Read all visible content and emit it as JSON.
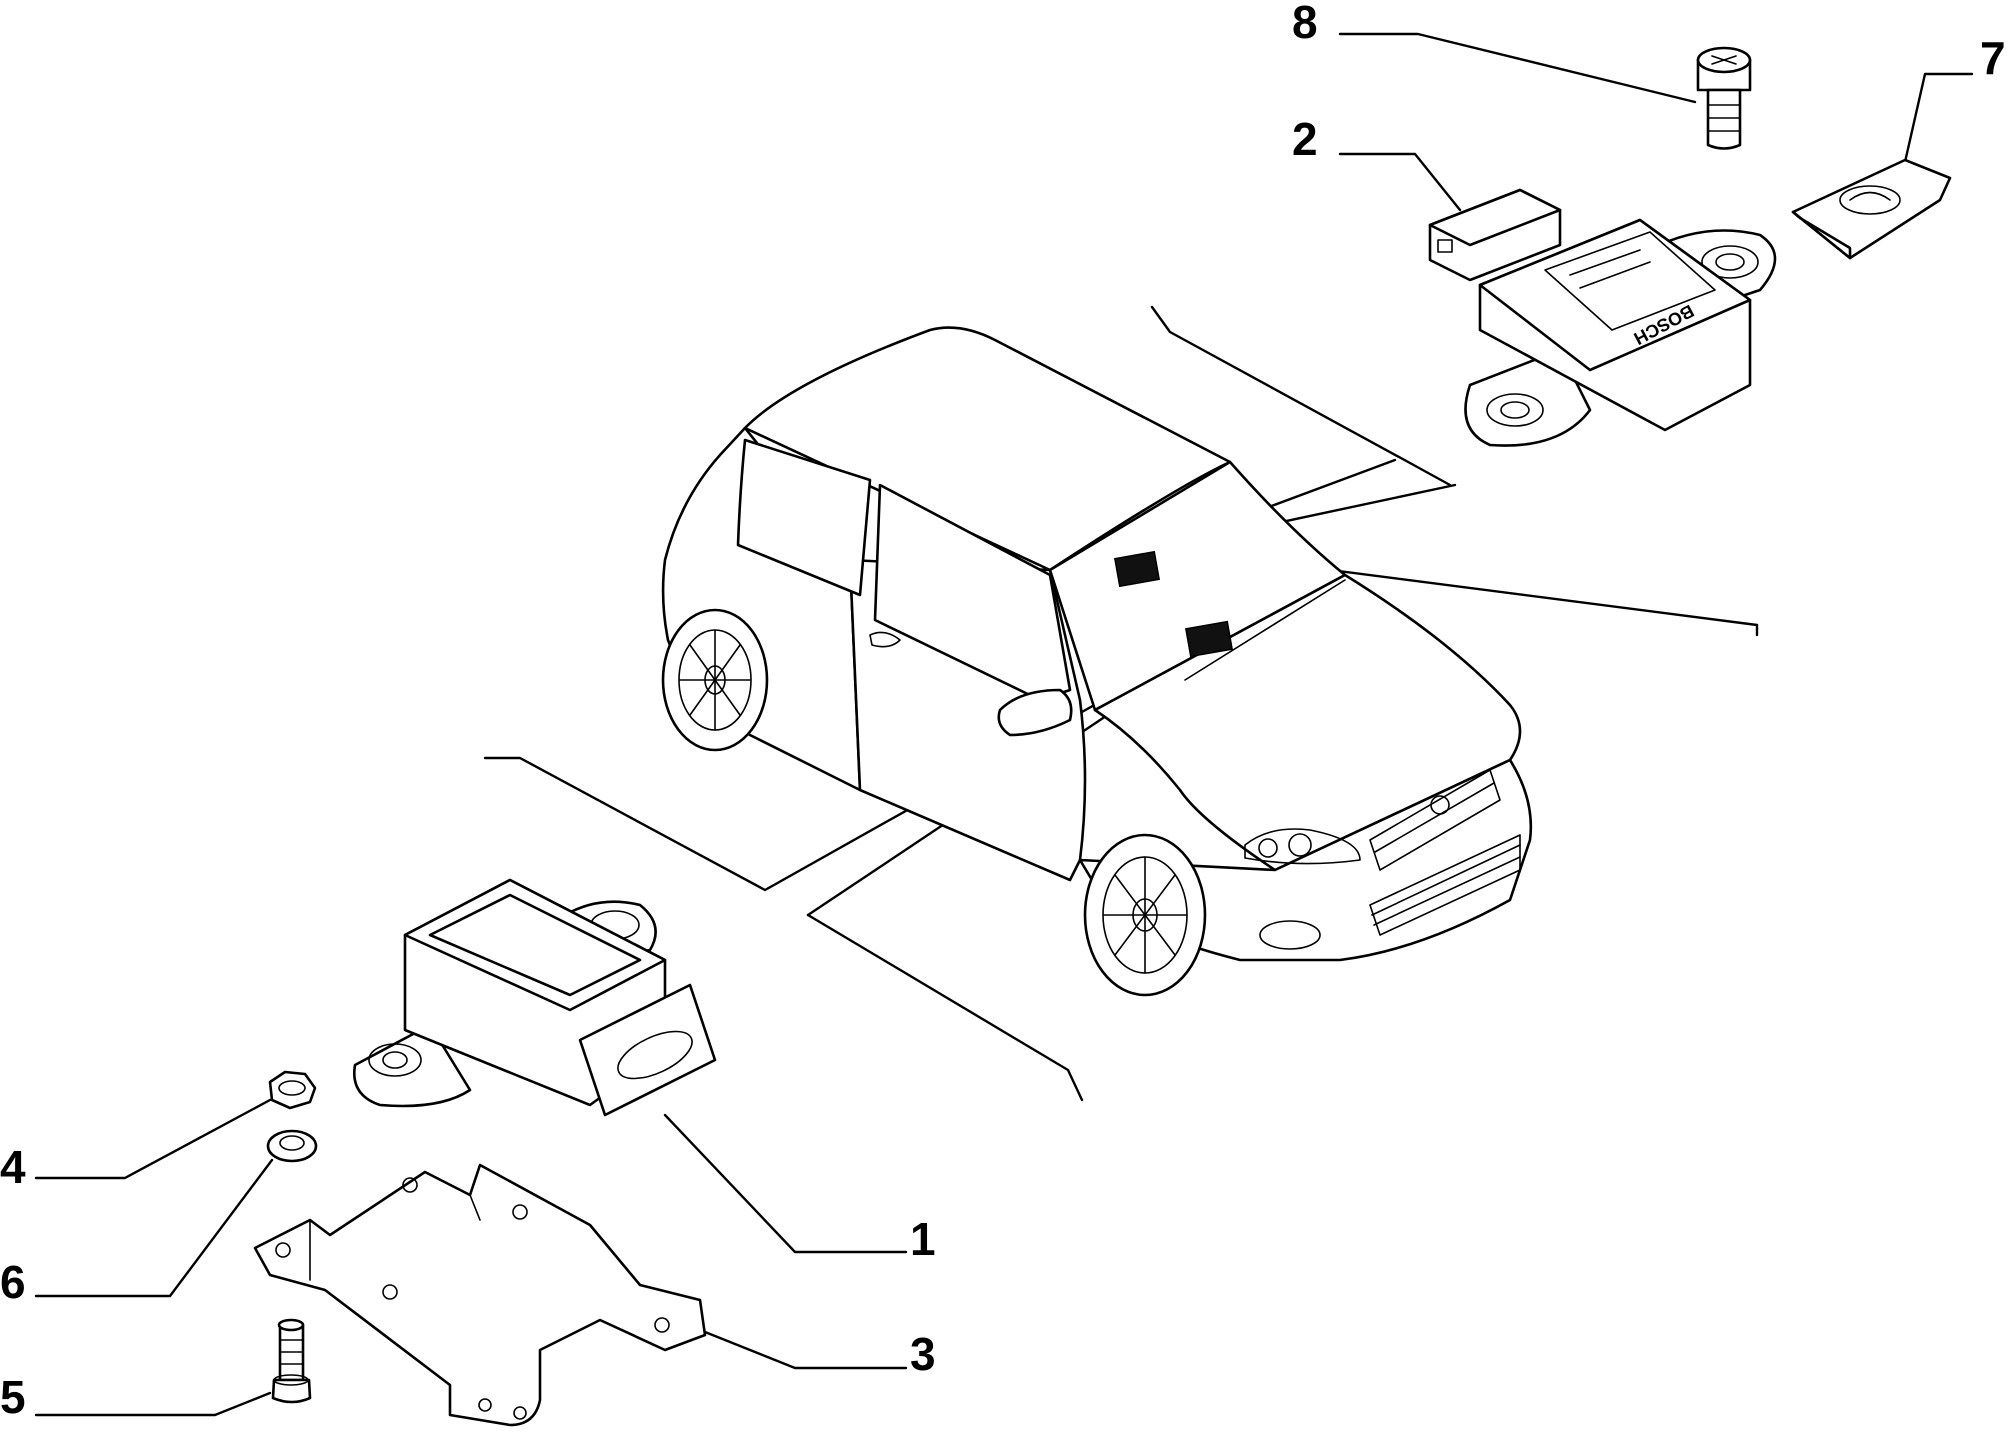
{
  "diagram": {
    "callouts": [
      {
        "id": "1",
        "label": "1"
      },
      {
        "id": "2",
        "label": "2"
      },
      {
        "id": "3",
        "label": "3"
      },
      {
        "id": "4",
        "label": "4"
      },
      {
        "id": "5",
        "label": "5"
      },
      {
        "id": "6",
        "label": "6"
      },
      {
        "id": "7",
        "label": "7"
      },
      {
        "id": "8",
        "label": "8"
      }
    ],
    "sensor_brand": "BOSCH"
  }
}
